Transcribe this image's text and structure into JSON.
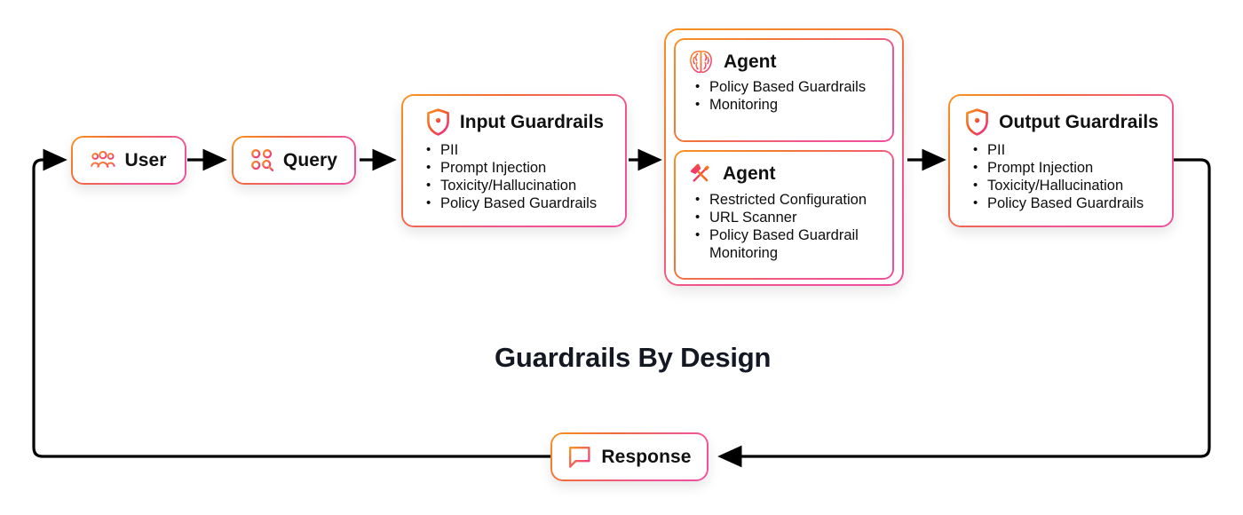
{
  "diagram": {
    "center_title": "Guardrails By Design",
    "accent_start": "#f7931e",
    "accent_end": "#ef4fa0",
    "line_color": "#000000",
    "background": "#ffffff"
  },
  "nodes": {
    "user": {
      "label": "User",
      "icon": "users-group-icon"
    },
    "query": {
      "label": "Query",
      "icon": "query-search-icon"
    },
    "input_guardrails": {
      "title": "Input Guardrails",
      "icon": "shield-lock-icon",
      "items": [
        "PII",
        "Prompt Injection",
        "Toxicity/Hallucination",
        "Policy Based Guardrails"
      ]
    },
    "agent_group": {
      "agents": [
        {
          "title": "Agent",
          "icon": "brain-icon",
          "items": [
            "Policy Based Guardrails",
            "Monitoring"
          ]
        },
        {
          "title": "Agent",
          "icon": "tools-icon",
          "items": [
            "Restricted Configuration",
            "URL Scanner",
            "Policy Based Guardrail Monitoring"
          ]
        }
      ]
    },
    "output_guardrails": {
      "title": "Output Guardrails",
      "icon": "shield-lock-icon",
      "items": [
        "PII",
        "Prompt Injection",
        "Toxicity/Hallucination",
        "Policy Based Guardrails"
      ]
    },
    "response": {
      "label": "Response",
      "icon": "chat-bubble-lines-icon"
    }
  },
  "connectors": [
    {
      "name": "user-to-query",
      "type": "arrow-right"
    },
    {
      "name": "query-to-input-guardrails",
      "type": "arrow-right"
    },
    {
      "name": "input-guardrails-to-agents",
      "type": "arrow-right"
    },
    {
      "name": "agents-to-output-guardrails",
      "type": "arrow-right"
    },
    {
      "name": "output-guardrails-to-response-loop",
      "type": "elbow-right-down-left"
    },
    {
      "name": "response-to-user-loop",
      "type": "elbow-left-up-right-arrow"
    }
  ]
}
